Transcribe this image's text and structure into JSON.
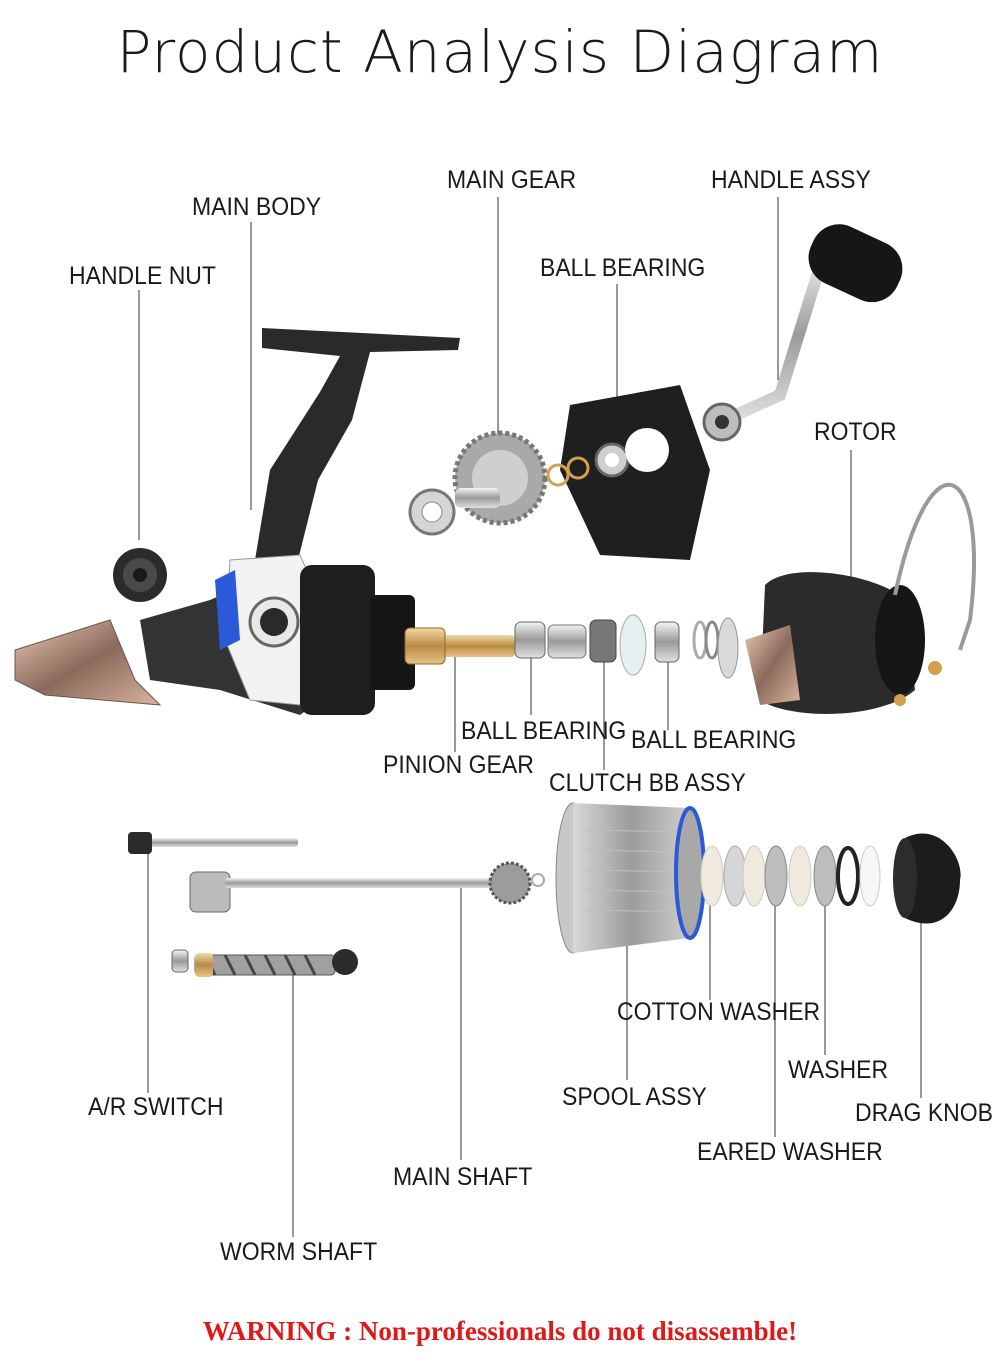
{
  "title": "Product Analysis Diagram",
  "labels": {
    "main_body": "MAIN BODY",
    "main_gear": "MAIN GEAR",
    "handle_assy": "HANDLE ASSY",
    "handle_nut": "HANDLE NUT",
    "ball_bearing_top": "BALL BEARING",
    "rotor": "ROTOR",
    "ball_bearing_mid1": "BALL BEARING",
    "ball_bearing_mid2": "BALL BEARING",
    "pinion_gear": "PINION GEAR",
    "clutch_bb_assy": "CLUTCH BB ASSY",
    "cotton_washer": "COTTON WASHER",
    "washer": "WASHER",
    "drag_knob": "DRAG KNOB",
    "spool_assy": "SPOOL ASSY",
    "eared_washer": "EARED WASHER",
    "ar_switch": "A/R SWITCH",
    "main_shaft": "MAIN SHAFT",
    "worm_shaft": "WORM SHAFT"
  },
  "warning": "WARNING : Non-professionals do not disassemble!",
  "colors": {
    "warning": "#e01818",
    "leader_line": "#333333",
    "text": "#1a1a1a"
  }
}
